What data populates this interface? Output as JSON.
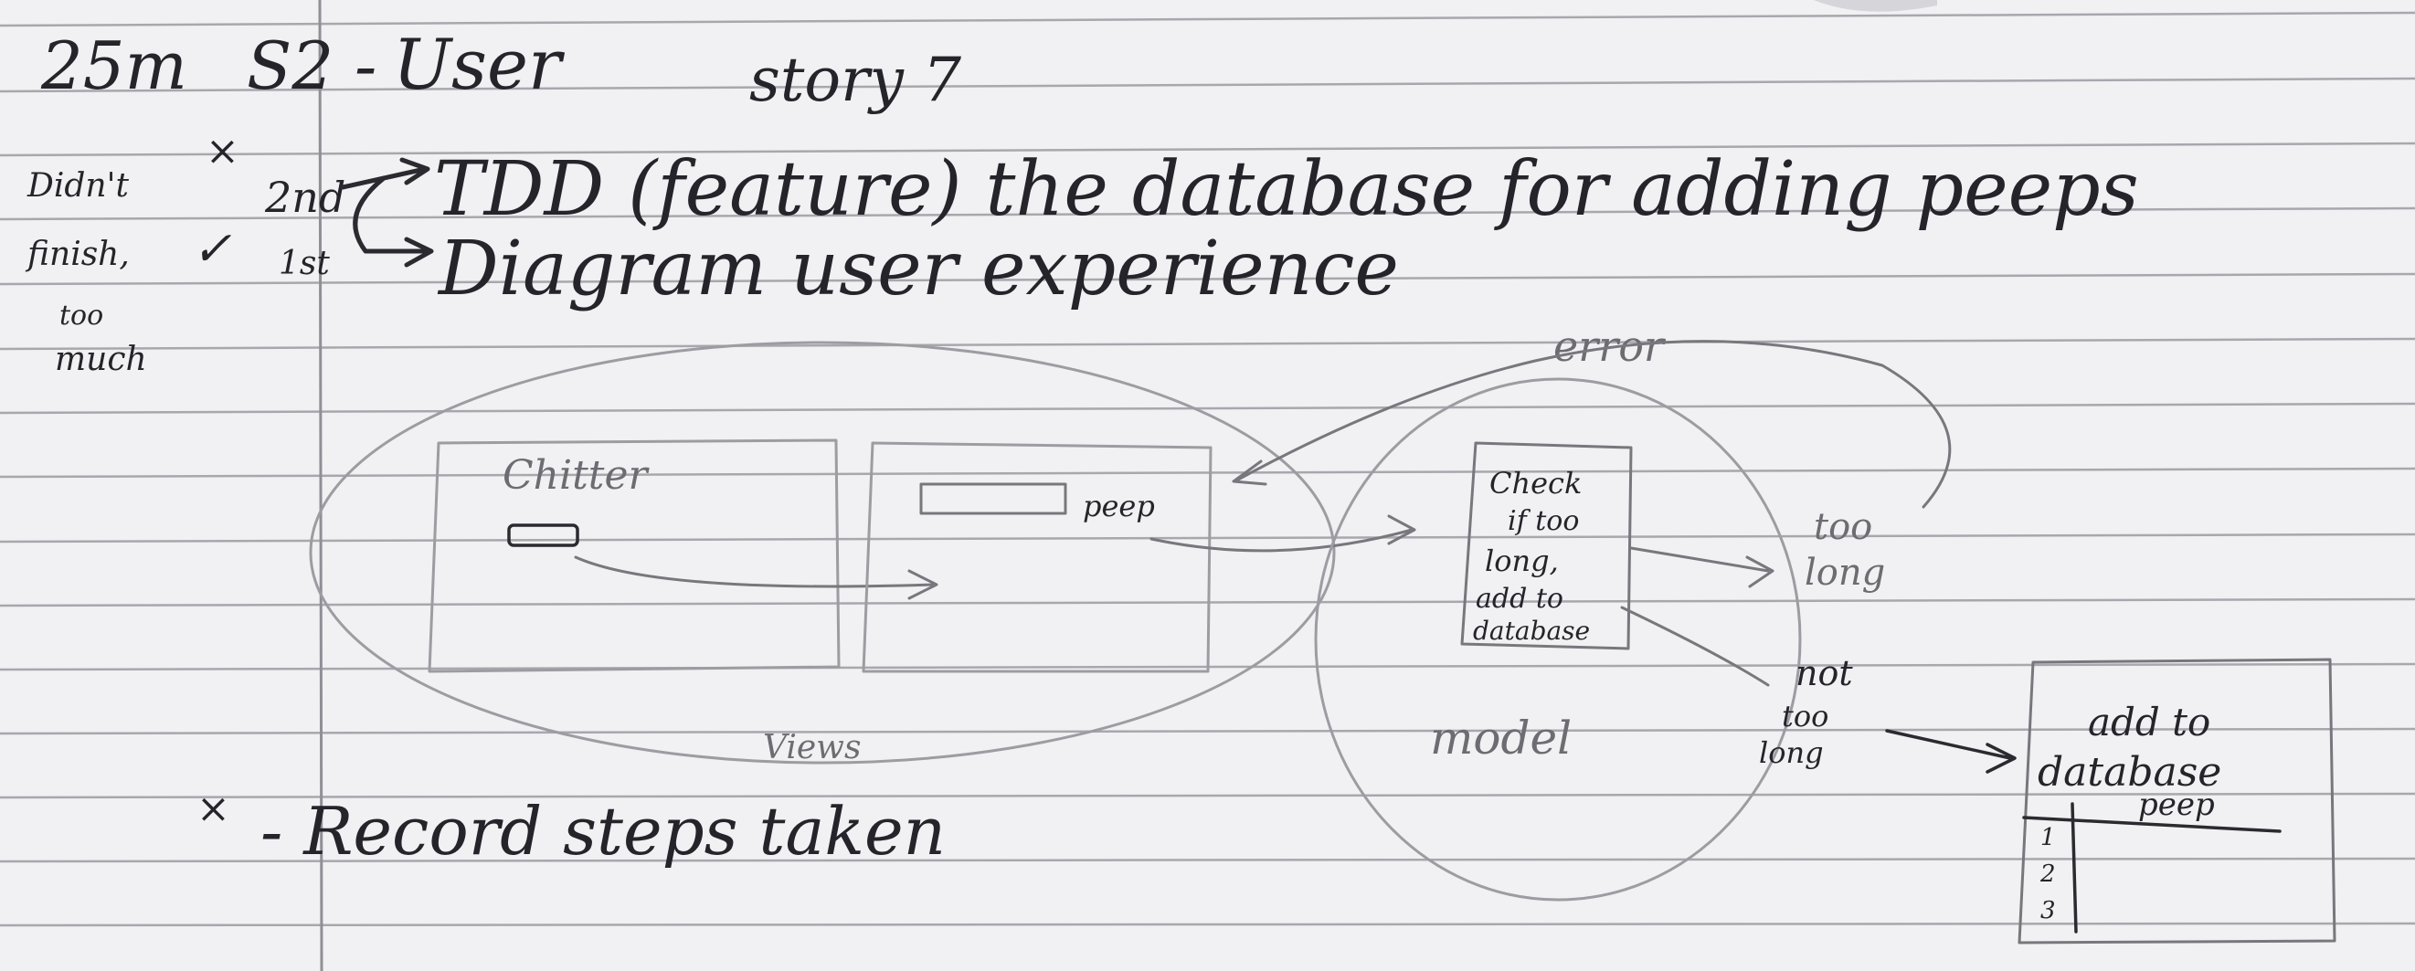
{
  "colors": {
    "paper": "#f1f0f2",
    "rule": "#a7a8ae",
    "margin": "#8f9096",
    "ink": "#2a2a30",
    "pencil": "#9c9ca2"
  },
  "header": {
    "duration": "25m",
    "sprint": "S2 -",
    "user": "User",
    "story": "story 7"
  },
  "side_note": {
    "line1": "Didn't",
    "line2": "finish,",
    "line3": "too",
    "line4": "much"
  },
  "tasks": [
    {
      "status_mark": "×",
      "order": "2nd",
      "text": "TDD (feature) the database for adding peeps"
    },
    {
      "status_mark": "✓",
      "order": "1st",
      "text": "Diagram user experience"
    }
  ],
  "diagram": {
    "screen1_title": "Chitter",
    "screen2_button": "peep",
    "views_label": "Views",
    "error_label": "error",
    "model_box_text": [
      "Check",
      "if too",
      "long,",
      "add to",
      "database"
    ],
    "model_label": "model",
    "too_long_label": [
      "too",
      "long"
    ],
    "not_too_long_label": [
      "not",
      "too",
      "long"
    ],
    "database_title": [
      "add to",
      "database"
    ],
    "table_header": "peep",
    "table_rows": [
      "1",
      "2",
      "3"
    ]
  },
  "footer_task": {
    "status_mark": "×",
    "text": "- Record steps taken"
  }
}
